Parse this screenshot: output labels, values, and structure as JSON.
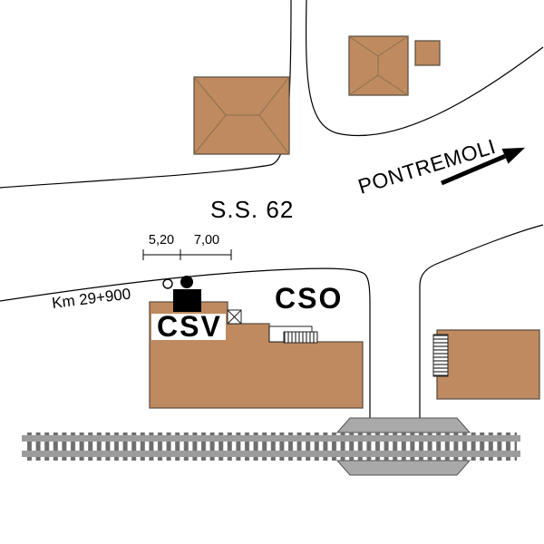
{
  "diagram": {
    "road_name": "S.S. 62",
    "direction": "PONTREMOLI",
    "km_marker": "Km 29+900",
    "building_labels": {
      "csv": "CSV",
      "cso": "CSO"
    },
    "dimensions": {
      "first": "5,20",
      "second": "7,00"
    },
    "colors": {
      "building_fill": "#bf8a5f",
      "building_outline": "#5f5244",
      "roof_line": "#8a7150",
      "rail_gray": "#9c9c9c",
      "tie_gray": "#6e6e6e",
      "crossing_gray": "#a9a9a9",
      "line_black": "#000000"
    }
  }
}
